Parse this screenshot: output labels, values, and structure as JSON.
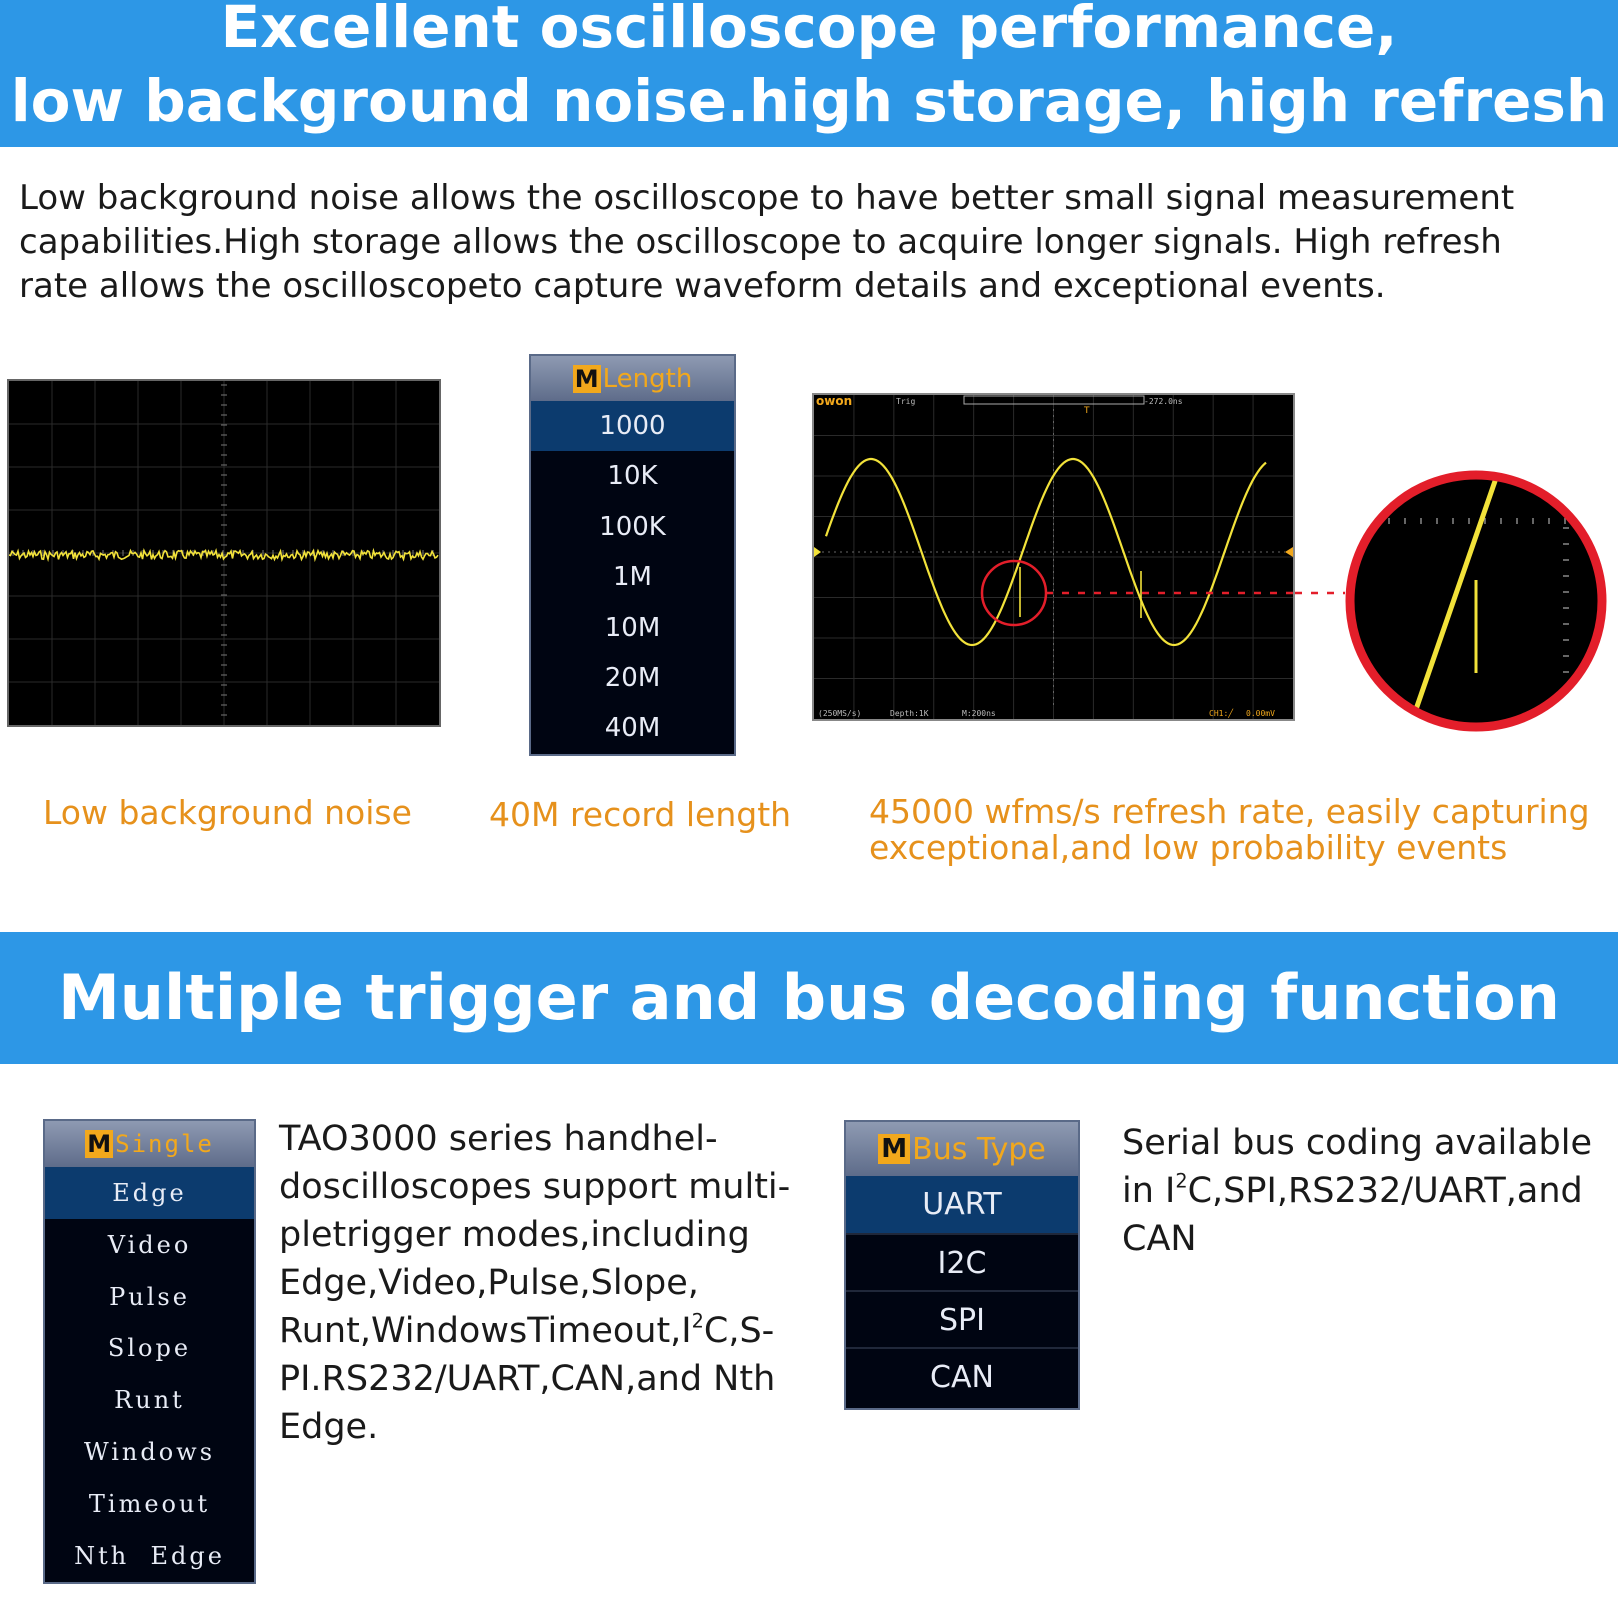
{
  "banner_top": {
    "line1": "Excellent oscilloscope performance,",
    "line2": "low background noise.high storage, high refresh"
  },
  "intro": {
    "line1": "Low background noise allows the oscilloscope to have better small signal measurement",
    "line2": "capabilities.High storage allows the oscilloscope to acquire longer signals. High refresh",
    "line3": "rate allows the oscilloscopeto capture waveform details and exceptional events."
  },
  "captions": {
    "noise": "Low background noise",
    "length": "40M record length",
    "refresh_line1": "45000 wfms/s refresh rate, easily capturing",
    "refresh_line2": "exceptional,and low probability events"
  },
  "length_menu": {
    "badge": "M",
    "title": "Length",
    "items": [
      "1000",
      "10K",
      "100K",
      "1M",
      "10M",
      "20M",
      "40M"
    ],
    "selected": "1000"
  },
  "scope": {
    "brand": "owon",
    "trig_label": "Trig",
    "time_offset": "-272.0ns",
    "sample_rate": "(250MS/s)",
    "depth": "Depth:1K",
    "timebase": "M:200ns",
    "channel": "CH1:╱",
    "trigger_level": "0.00mV"
  },
  "banner_bottom": {
    "title": "Multiple trigger and bus decoding function"
  },
  "single_menu": {
    "badge": "M",
    "title": "Single",
    "items": [
      "Edge",
      "Video",
      "Pulse",
      "Slope",
      "Runt",
      "Windows",
      "Timeout",
      "Nth  Edge"
    ],
    "selected": "Edge"
  },
  "trigger_text": {
    "l1": "TAO3000 series handhel-",
    "l2": "doscilloscopes support multi-",
    "l3": "pletrigger modes,including",
    "l4": "Edge,Video,Pulse,Slope,",
    "l5a": "Runt,WindowsTimeout,I",
    "l5sup": "2",
    "l5b": "C,S-",
    "l6": "PI.RS232/UART,CAN,and Nth",
    "l7": "Edge."
  },
  "bus_menu": {
    "badge": "M",
    "title": "Bus Type",
    "items": [
      "UART",
      "I2C",
      "SPI",
      "CAN"
    ],
    "selected": "UART"
  },
  "bus_text": {
    "l1": "Serial bus coding available",
    "l2a": "in I",
    "l2sup": "2",
    "l2b": "C,SPI,RS232/UART,and",
    "l3": "CAN"
  },
  "colors": {
    "banner": "#2d97e6",
    "caption": "#e6911c",
    "trace": "#f2e23a",
    "menu_accent": "#f2a81c",
    "menu_selected": "#0c3b6e",
    "highlight_red": "#e31e2a"
  }
}
